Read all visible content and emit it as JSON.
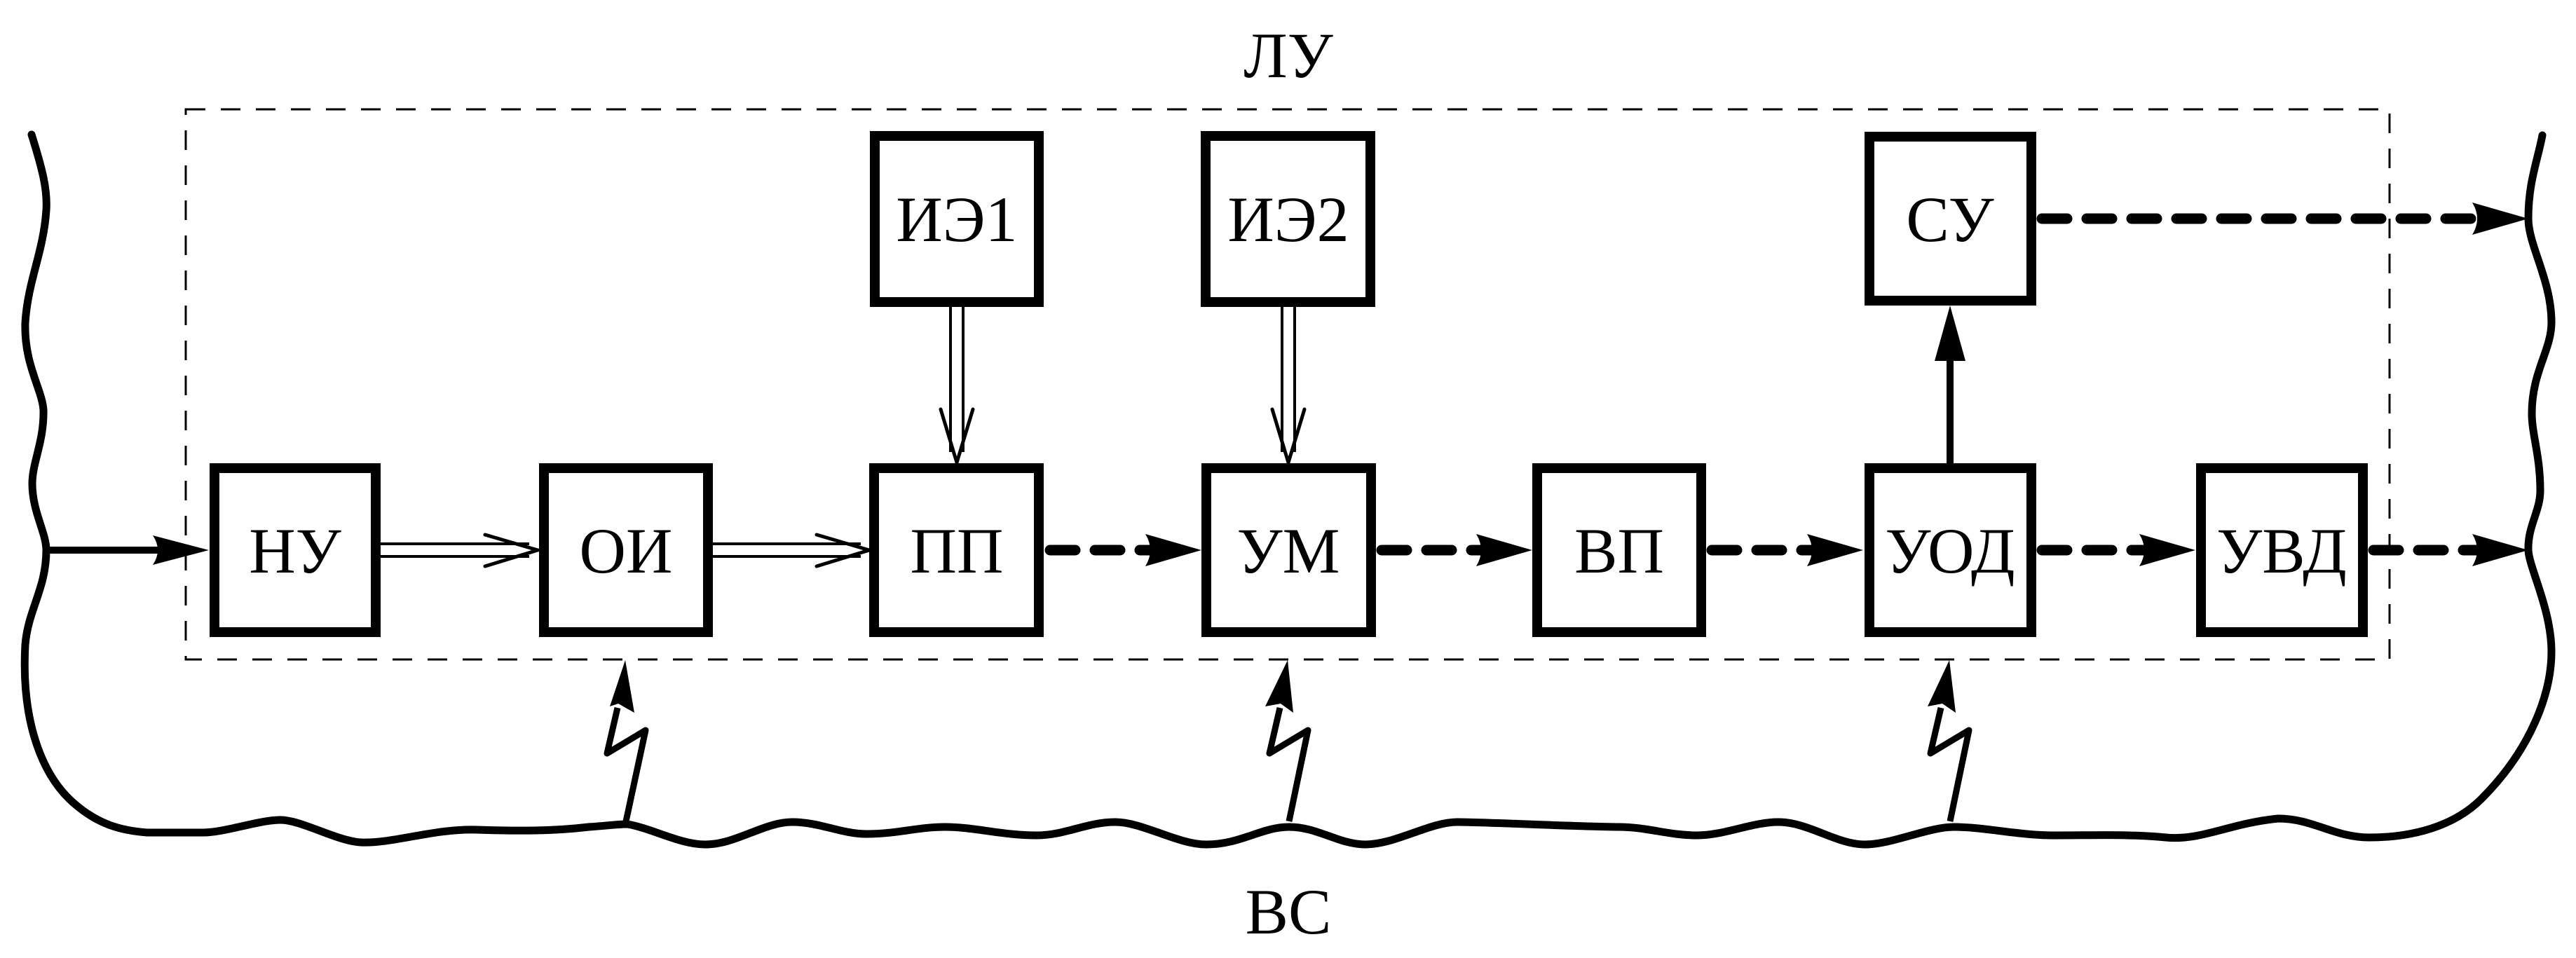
{
  "diagram": {
    "region_labels": {
      "logical_device": "ЛУ",
      "computing_system": "ВС"
    },
    "blocks": {
      "nu": "НУ",
      "oi": "ОИ",
      "pp": "ПП",
      "um": "УМ",
      "vp": "ВП",
      "uod": "УОД",
      "uvd": "УВД",
      "ie1": "ИЭ1",
      "ie2": "ИЭ2",
      "su": "СУ"
    },
    "connections": [
      {
        "from": "input",
        "to": "НУ",
        "style": "solid"
      },
      {
        "from": "НУ",
        "to": "ОИ",
        "style": "double"
      },
      {
        "from": "ОИ",
        "to": "ПП",
        "style": "double"
      },
      {
        "from": "ИЭ1",
        "to": "ПП",
        "style": "double"
      },
      {
        "from": "ИЭ2",
        "to": "УМ",
        "style": "double"
      },
      {
        "from": "ПП",
        "to": "УМ",
        "style": "dashed"
      },
      {
        "from": "УМ",
        "to": "ВП",
        "style": "dashed"
      },
      {
        "from": "ВП",
        "to": "УОД",
        "style": "dashed"
      },
      {
        "from": "УОД",
        "to": "УВД",
        "style": "dashed"
      },
      {
        "from": "УОД",
        "to": "СУ",
        "style": "solid"
      },
      {
        "from": "СУ",
        "to": "output",
        "style": "dashed"
      },
      {
        "from": "УВД",
        "to": "output",
        "style": "dashed"
      },
      {
        "from": "ВС",
        "to": "ОИ",
        "style": "lightning"
      },
      {
        "from": "ВС",
        "to": "УМ",
        "style": "lightning"
      },
      {
        "from": "ВС",
        "to": "УОД",
        "style": "lightning"
      }
    ]
  }
}
